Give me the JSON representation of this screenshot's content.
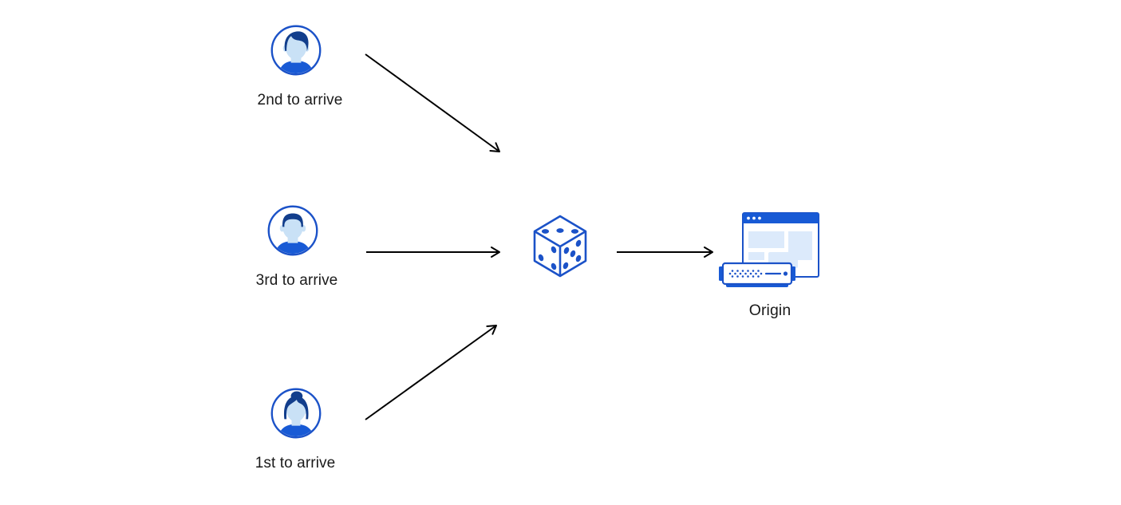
{
  "diagram": {
    "nodes": {
      "visitor_second": {
        "label": "2nd to arrive",
        "icon": "user-avatar-male-icon"
      },
      "visitor_third": {
        "label": "3rd to arrive",
        "icon": "user-avatar-male-icon"
      },
      "visitor_first": {
        "label": "1st to arrive",
        "icon": "user-avatar-female-icon"
      },
      "selector": {
        "icon": "dice-icon"
      },
      "origin": {
        "label": "Origin",
        "icon": "origin-server-icon"
      }
    },
    "dice": {
      "top_face_pips": 3,
      "left_face_pips": 3,
      "right_face_pips": 5
    },
    "colors": {
      "primary_blue": "#1b52c8",
      "solid_blue": "#185ad5",
      "dark_navy": "#123e8c",
      "face_blue": "#c9e1f6",
      "panel_blue": "#dceafb",
      "arrow_black": "#000000",
      "text_color": "#1a1a1a",
      "background": "#ffffff"
    }
  }
}
